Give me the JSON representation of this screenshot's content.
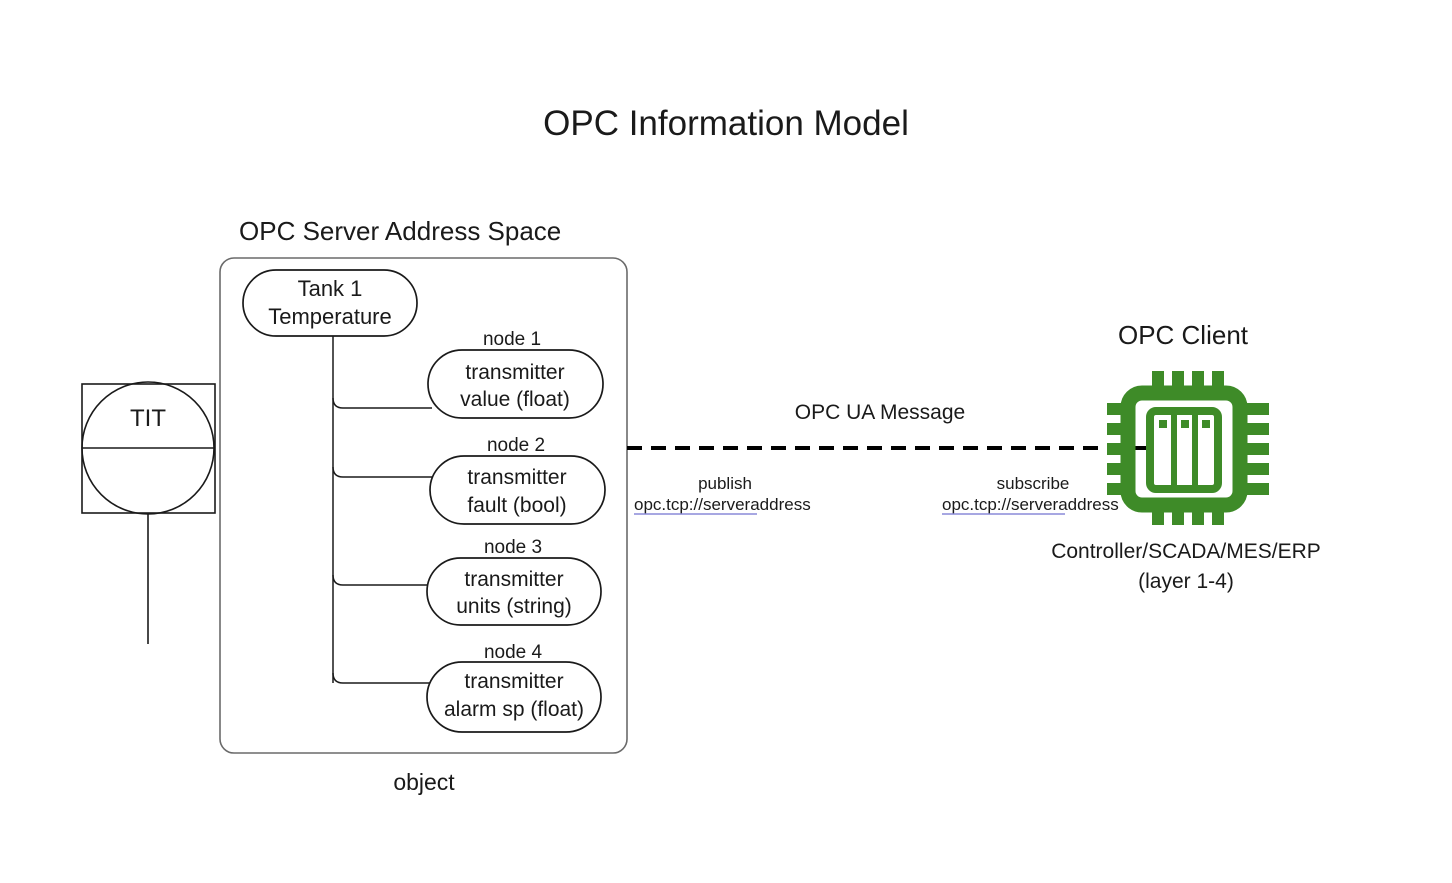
{
  "title": "OPC Information Model",
  "server": {
    "heading": "OPC Server Address Space",
    "caption": "object",
    "root_node": {
      "line1": "Tank 1",
      "line2": "Temperature"
    },
    "nodes": [
      {
        "label": "node 1",
        "line1": "transmitter",
        "line2": "value (float)"
      },
      {
        "label": "node 2",
        "line1": "transmitter",
        "line2": "fault (bool)"
      },
      {
        "label": "node 3",
        "line1": "transmitter",
        "line2": "units (string)"
      },
      {
        "label": "node 4",
        "line1": "transmitter",
        "line2": "alarm sp (float)"
      }
    ]
  },
  "instrument": {
    "tag": "TIT"
  },
  "message": {
    "label": "OPC UA Message",
    "publish": {
      "action": "publish",
      "endpoint_link": "opc.tcp://server",
      "endpoint_tail": "address"
    },
    "subscribe": {
      "action": "subscribe",
      "endpoint_link": "opc.tcp://server",
      "endpoint_tail": "address"
    }
  },
  "client": {
    "heading": "OPC Client",
    "caption_line1": "Controller/SCADA/MES/ERP",
    "caption_line2": "(layer 1-4)",
    "icon": "cpu-chip-icon",
    "accent_color": "#3e8b28"
  }
}
